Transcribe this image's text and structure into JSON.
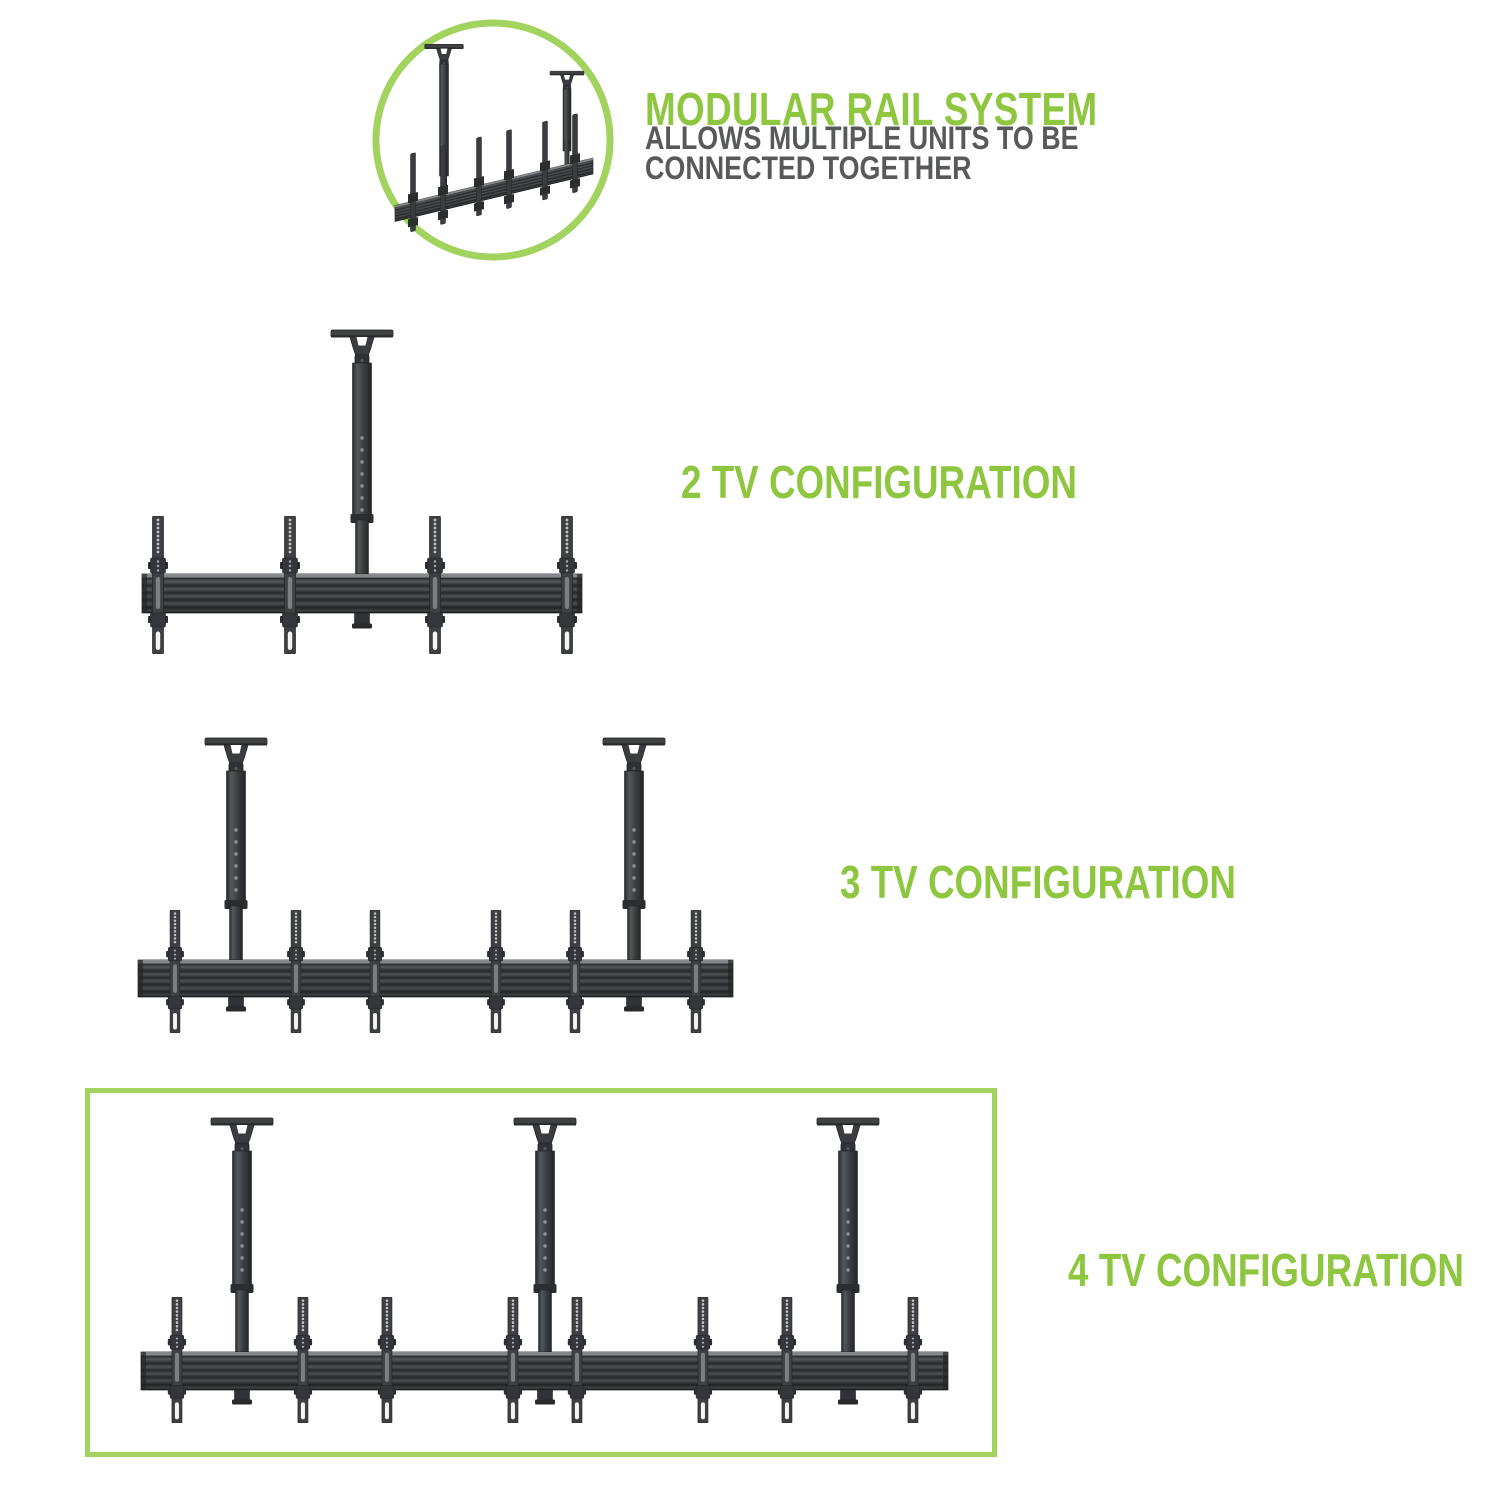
{
  "header": {
    "title": "MODULAR RAIL SYSTEM",
    "subtitle_line1": "ALLOWS MULTIPLE UNITS TO BE",
    "subtitle_line2": "CONNECTED TOGETHER"
  },
  "configurations": [
    {
      "id": "2tv",
      "label": "2 TV CONFIGURATION",
      "tv_count": 2,
      "poles": 1,
      "brackets": 4,
      "highlighted": false
    },
    {
      "id": "3tv",
      "label": "3 TV CONFIGURATION",
      "tv_count": 3,
      "poles": 2,
      "brackets": 6,
      "highlighted": false
    },
    {
      "id": "4tv",
      "label": "4 TV CONFIGURATION",
      "tv_count": 4,
      "poles": 3,
      "brackets": 8,
      "highlighted": true
    }
  ],
  "icons": {
    "inset": "modular-rail-system-illustration"
  },
  "colors": {
    "accent_green": "#8ec63f",
    "outline_green": "#a2d35f",
    "text_gray": "#58595b",
    "mount_dark": "#3c3e40",
    "background": "#ffffff"
  }
}
